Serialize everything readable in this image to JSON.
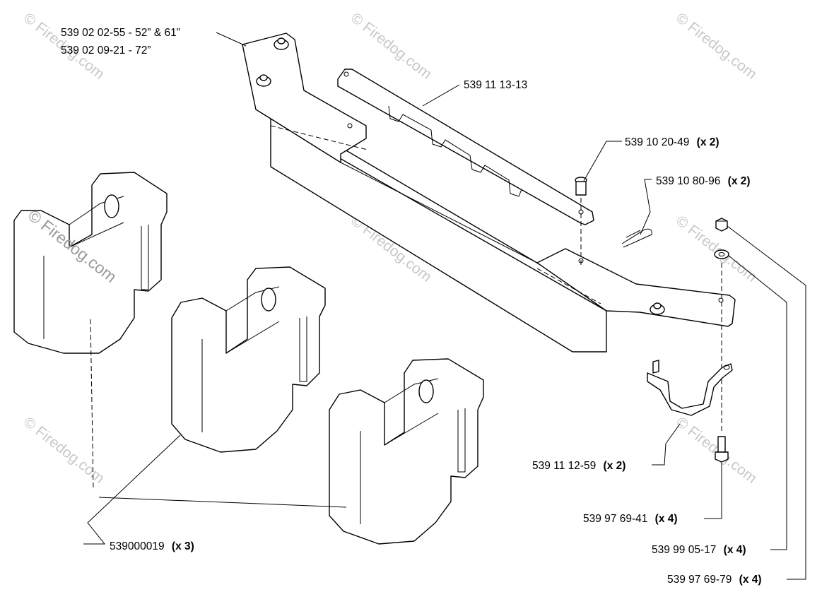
{
  "watermark": {
    "text": "© Firedog.com"
  },
  "labels": {
    "frame_52_61": "539 02 02-55 - 52” & 61”",
    "frame_72": "539 02 09-21 - 72”",
    "bar": "539 11 13-13",
    "pin": {
      "part": "539 10 20-49",
      "qty": "(x 2)"
    },
    "clip": {
      "part": "539 10 80-96",
      "qty": "(x 2)"
    },
    "bracket": {
      "part": "539 11 12-59",
      "qty": "(x 2)"
    },
    "bolt": {
      "part": "539 97 69-41",
      "qty": "(x 4)"
    },
    "washer": {
      "part": "539 99 05-17",
      "qty": "(x 4)"
    },
    "nut": {
      "part": "539 97 69-79",
      "qty": "(x 4)"
    },
    "weight": {
      "part": "539000019",
      "qty": "(x 3)"
    }
  }
}
